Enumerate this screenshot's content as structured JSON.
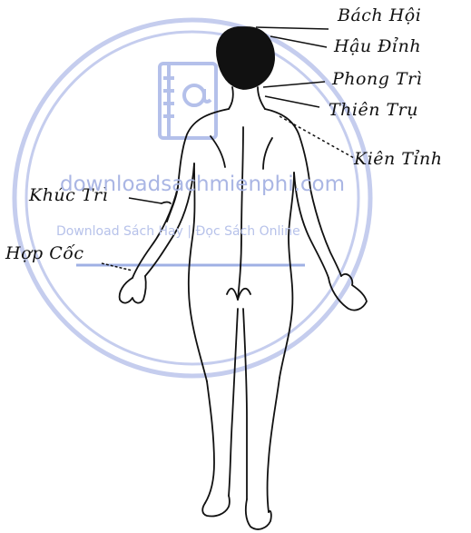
{
  "labels": {
    "bach_hoi": "Bách Hội",
    "hau_dinh": "Hậu Đỉnh",
    "phong_tri": "Phong Trì",
    "thien_tru": "Thiên Trụ",
    "kien_tinh": "Kiên Tỉnh",
    "khuc_tri": "Khúc Trì",
    "hop_coc": "Hợp Cốc"
  },
  "watermark": {
    "site": "downloadsachmienphi.com",
    "tagline": "Download Sách Hay | Đọc Sách Online"
  },
  "colors": {
    "ink": "#111111",
    "watermark": "#b9c3e6"
  }
}
